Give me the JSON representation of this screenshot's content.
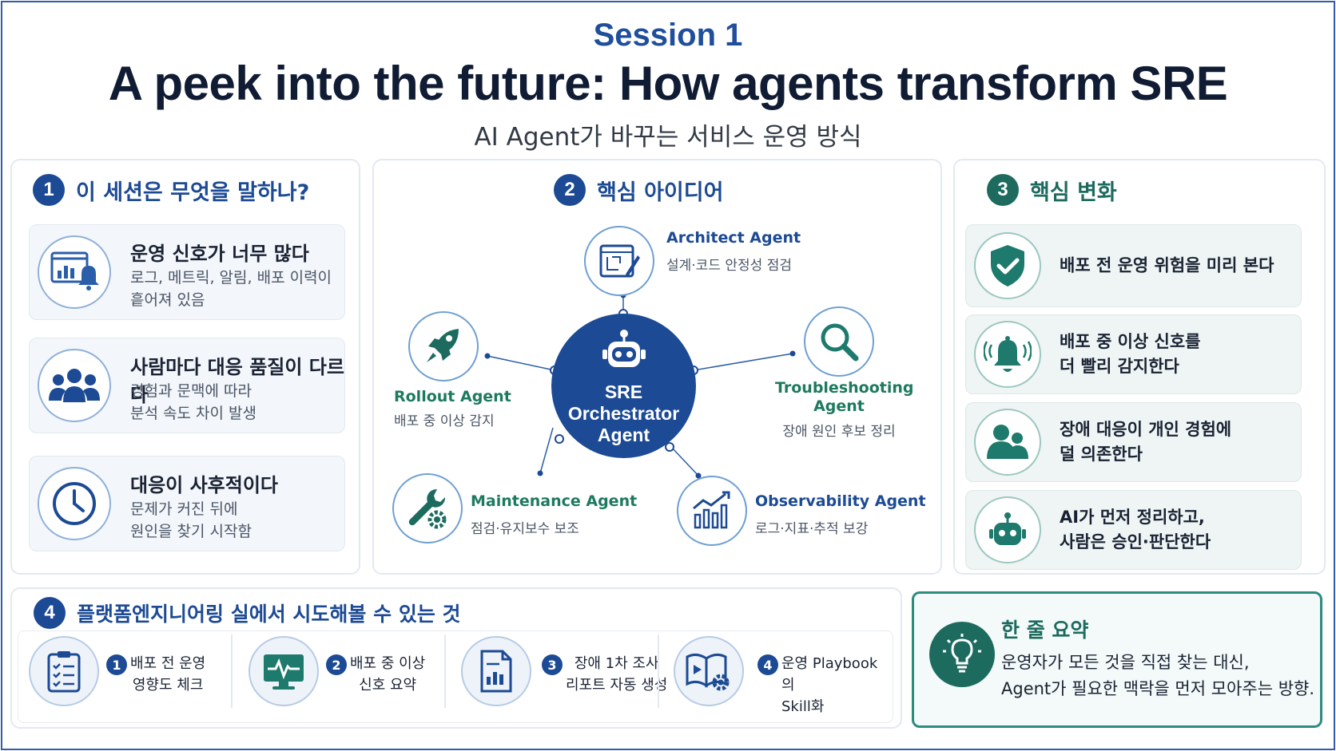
{
  "header": {
    "session": "Session 1",
    "title": "A peek into the future: How agents transform SRE",
    "subtitle": "AI Agent가 바꾸는 서비스 운영 방식"
  },
  "section1": {
    "num": "1",
    "title": "이 세션은 무엇을 말하나?",
    "cards": [
      {
        "title": "운영 신호가 너무 많다",
        "desc": [
          "로그, 메트릭, 알림, 배포 이력이",
          "흩어져 있음"
        ],
        "icon": "dashboard-bell-icon"
      },
      {
        "title": "사람마다 대응 품질이 다르다",
        "desc": [
          "경험과 문맥에 따라",
          "분석 속도 차이 발생"
        ],
        "icon": "people-group-icon"
      },
      {
        "title": "대응이 사후적이다",
        "desc": [
          "문제가 커진 뒤에",
          "원인을 찾기 시작함"
        ],
        "icon": "clock-icon"
      }
    ]
  },
  "section2": {
    "num": "2",
    "title": "핵심 아이디어",
    "core": [
      "SRE",
      "Orchestrator",
      "Agent"
    ],
    "agents": {
      "architect": {
        "name": "Architect Agent",
        "desc": "설계·코드 안정성 점검",
        "icon": "blueprint-icon"
      },
      "rollout": {
        "name": "Rollout Agent",
        "desc": "배포 중 이상 감지",
        "icon": "rocket-icon"
      },
      "troubleshooting": {
        "name": [
          "Troubleshooting",
          "Agent"
        ],
        "desc": "장애 원인 후보 정리",
        "icon": "magnifier-icon"
      },
      "maintenance": {
        "name": "Maintenance Agent",
        "desc": "점검·유지보수 보조",
        "icon": "wrench-gear-icon"
      },
      "observability": {
        "name": "Observability Agent",
        "desc": "로그·지표·추적 보강",
        "icon": "bar-chart-icon"
      }
    }
  },
  "section3": {
    "num": "3",
    "title": "핵심 변화",
    "items": [
      {
        "lines": [
          "배포 전 운영 위험을 미리 본다"
        ],
        "icon": "shield-check-icon"
      },
      {
        "lines": [
          "배포 중 이상 신호를",
          "더 빨리 감지한다"
        ],
        "icon": "alarm-bell-icon"
      },
      {
        "lines": [
          "장애 대응이 개인 경험에",
          "덜 의존한다"
        ],
        "icon": "users-icon"
      },
      {
        "lines": [
          "AI가 먼저 정리하고,",
          "사람은 승인·판단한다"
        ],
        "icon": "robot-icon"
      }
    ]
  },
  "section4": {
    "num": "4",
    "title": "플랫폼엔지니어링 실에서 시도해볼 수 있는 것",
    "items": [
      {
        "num": "1",
        "lines": [
          "배포 전 운영",
          "영향도 체크"
        ],
        "icon": "checklist-icon"
      },
      {
        "num": "2",
        "lines": [
          "배포 중 이상",
          "신호 요약"
        ],
        "icon": "monitor-pulse-icon"
      },
      {
        "num": "3",
        "lines": [
          "장애 1차 조사",
          "리포트 자동 생성"
        ],
        "icon": "report-icon"
      },
      {
        "num": "4",
        "lines": [
          "운영 Playbook의",
          "Skill화"
        ],
        "icon": "playbook-gear-icon"
      }
    ]
  },
  "summary": {
    "title": "한 줄 요약",
    "lines": [
      "운영자가 모든 것을 직접 찾는 대신,",
      "Agent가 필요한 맥락을 먼저 모아주는 방향."
    ],
    "icon": "lightbulb-icon"
  },
  "colors": {
    "primary_blue": "#1c4a94",
    "teal": "#1d6b5f",
    "frame_border": "#2f5fa8"
  }
}
